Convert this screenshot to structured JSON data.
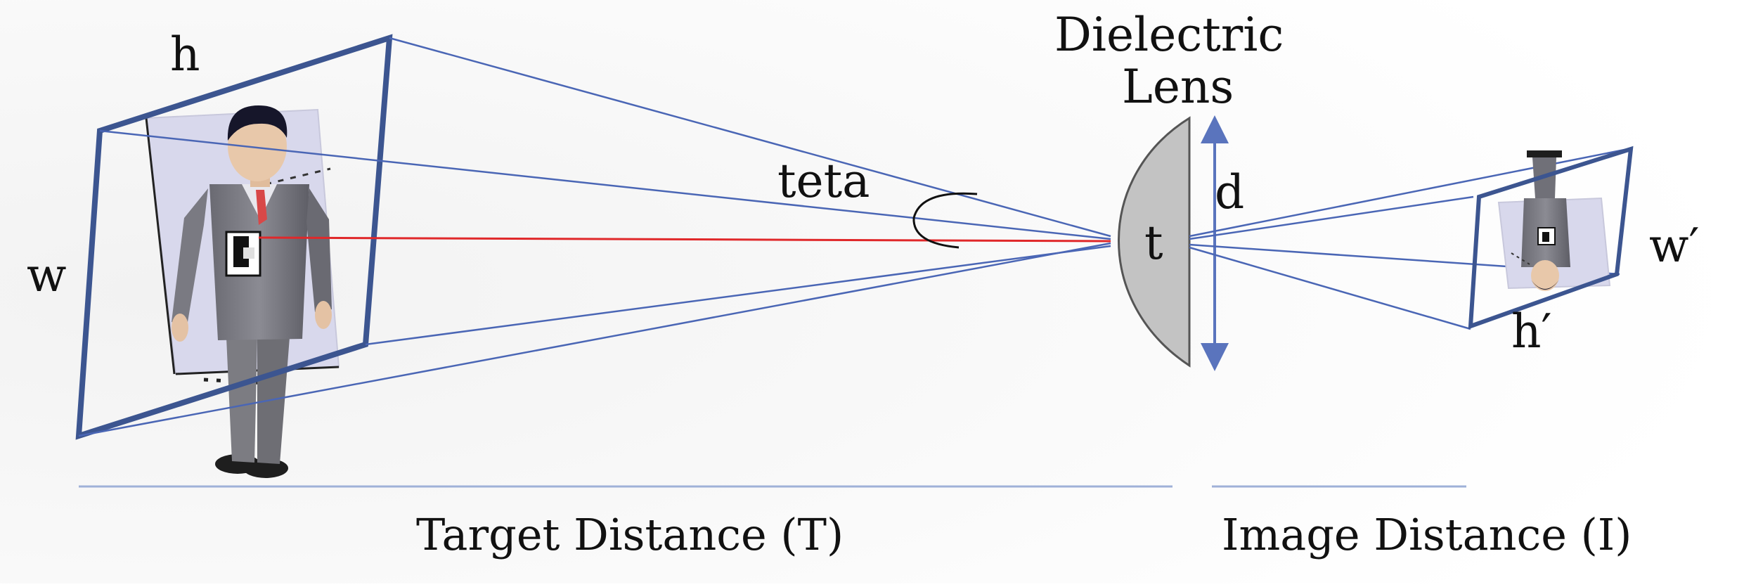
{
  "labels": {
    "h": "h",
    "w": "w",
    "teta": "teta",
    "lens_line1": "Dielectric",
    "lens_line2": "Lens",
    "d": "d",
    "t": "t",
    "w_prime": "w′",
    "h_prime": "h′",
    "target_distance": "Target Distance (T)",
    "image_distance": "Image Distance (I)"
  },
  "colors": {
    "frame": "#3c5590",
    "ray": "#4a66b5",
    "axis_red": "#e0282a",
    "baseline": "#9fb1d8",
    "lens_fill": "#c3c3c3",
    "lens_stroke": "#555555",
    "panel": "#d6d6ea"
  }
}
